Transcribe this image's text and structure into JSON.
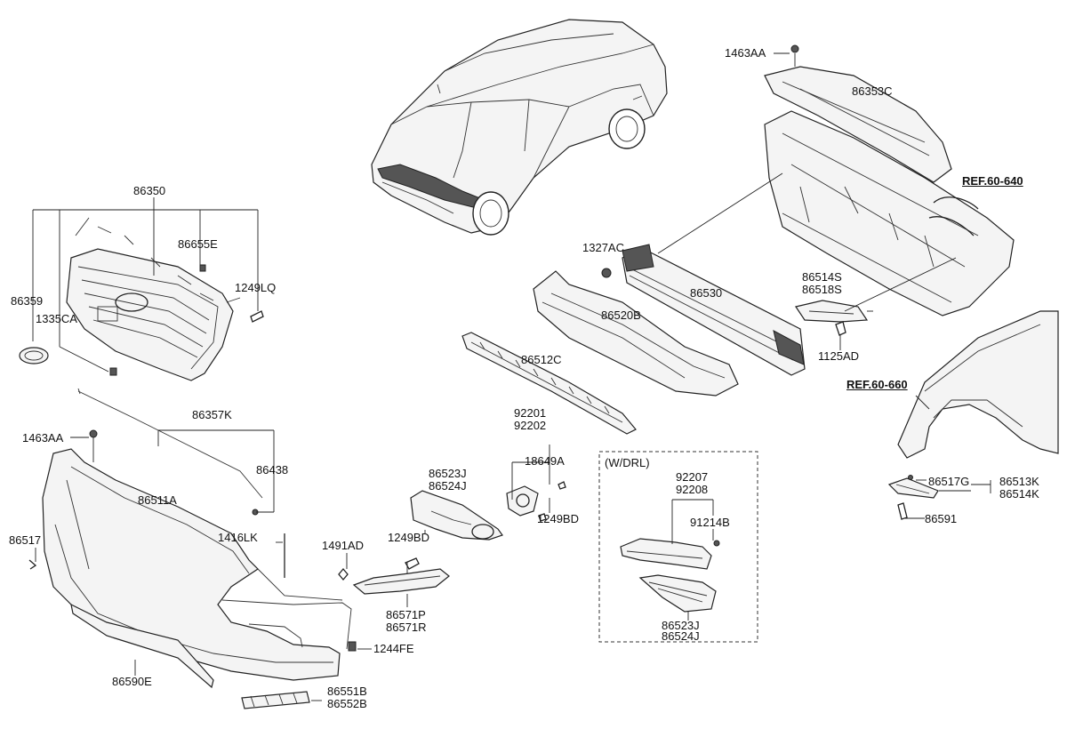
{
  "labels": {
    "p86350": "86350",
    "p86655e": "86655E",
    "p86359": "86359",
    "p1335ca": "1335CA",
    "p1249lq": "1249LQ",
    "p86357k": "86357K",
    "p1463aa_left": "1463AA",
    "p86438": "86438",
    "p86511a": "86511A",
    "p86517": "86517",
    "p1416lk": "1416LK",
    "p1491ad": "1491AD",
    "p1249bd_a": "1249BD",
    "p86571p": "86571P",
    "p86571r": "86571R",
    "p1244fe": "1244FE",
    "p86590e": "86590E",
    "p86551b": "86551B",
    "p86552b": "86552B",
    "p86512c": "86512C",
    "p92201": "92201",
    "p92202": "92202",
    "p18649a": "18649A",
    "p86523j_a": "86523J",
    "p86524j_a": "86524J",
    "p1249bd_b": "1249BD",
    "wdrl": "(W/DRL)",
    "p92207": "92207",
    "p92208": "92208",
    "p91214b": "91214B",
    "p86523j_b": "86523J",
    "p86524j_b": "86524J",
    "p1327ac": "1327AC",
    "p86530": "86530",
    "p86520b": "86520B",
    "p1463aa_top": "1463AA",
    "p86353c": "86353C",
    "ref60640": "REF.60-640",
    "p86514s": "86514S",
    "p86518s": "86518S",
    "p1125ad": "1125AD",
    "ref60660": "REF.60-660",
    "p86517g": "86517G",
    "p86513k": "86513K",
    "p86514k": "86514K",
    "p86591": "86591"
  },
  "colors": {
    "line": "#222222",
    "background": "#ffffff"
  }
}
